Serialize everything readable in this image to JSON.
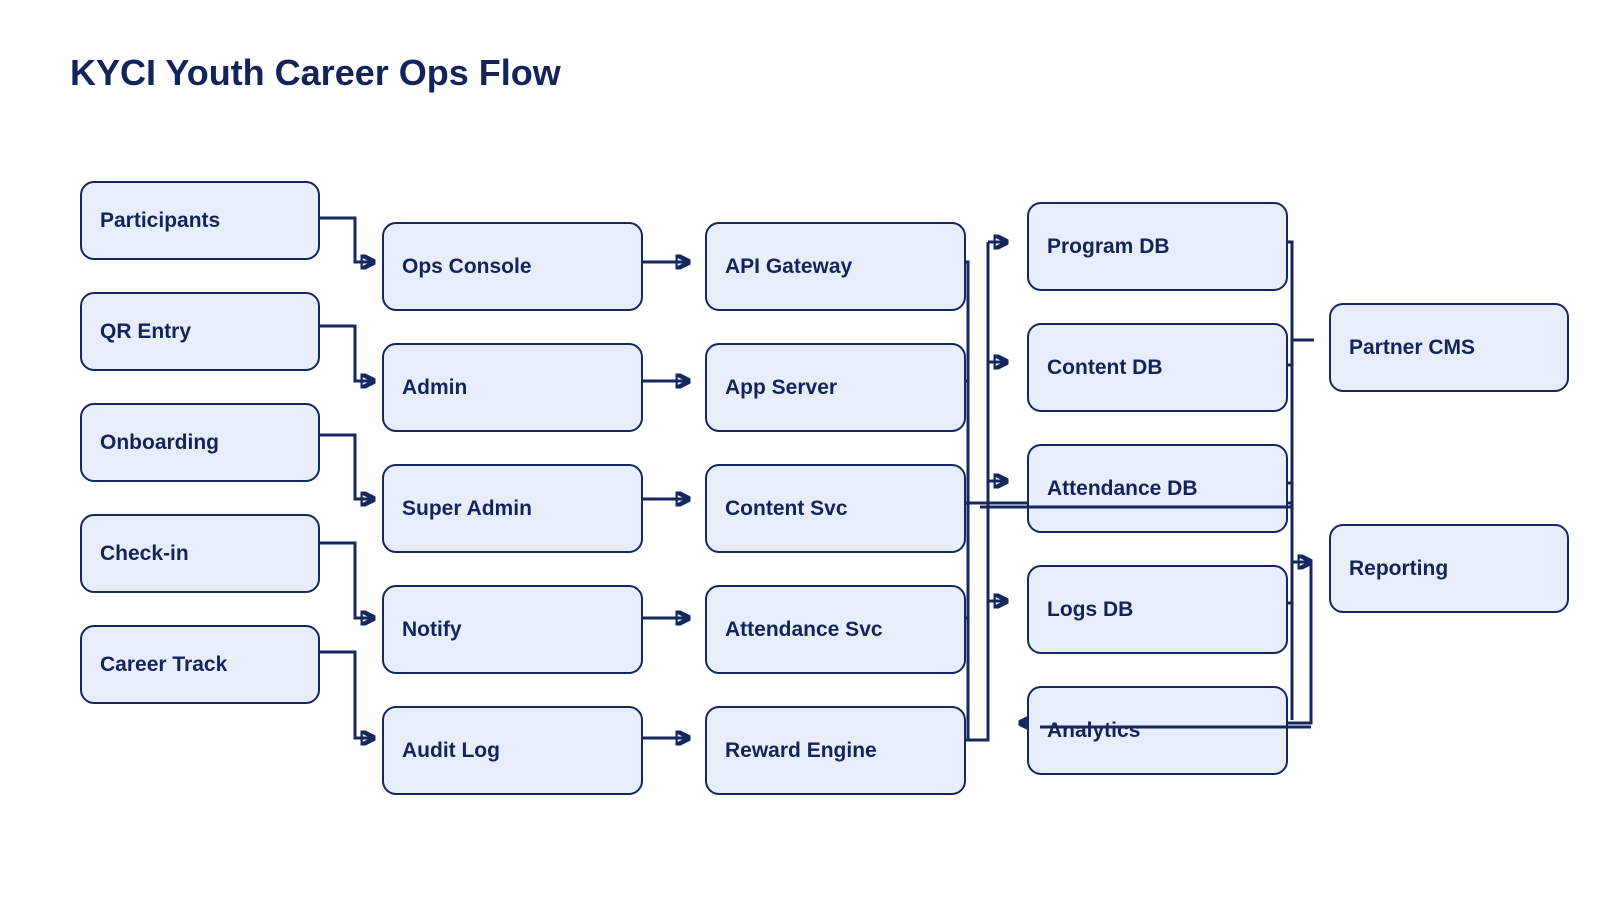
{
  "title": "KYCI Youth Career Ops Flow",
  "nodes": {
    "participants": "Participants",
    "qr_entry": "QR Entry",
    "onboarding": "Onboarding",
    "check_in": "Check-in",
    "career_track": "Career Track",
    "ops_console": "Ops Console",
    "admin": "Admin",
    "super_admin": "Super Admin",
    "notify": "Notify",
    "audit_log": "Audit Log",
    "api_gateway": "API Gateway",
    "app_server": "App Server",
    "content_svc": "Content Svc",
    "attendance_svc": "Attendance Svc",
    "reward_engine": "Reward Engine",
    "program_db": "Program DB",
    "content_db": "Content DB",
    "attendance_db": "Attendance DB",
    "logs_db": "Logs DB",
    "analytics": "Analytics",
    "partner_cms": "Partner CMS",
    "reporting": "Reporting"
  },
  "colors": {
    "node_fill": "#e8eef9",
    "stroke": "#15275e",
    "text": "#13245a"
  }
}
